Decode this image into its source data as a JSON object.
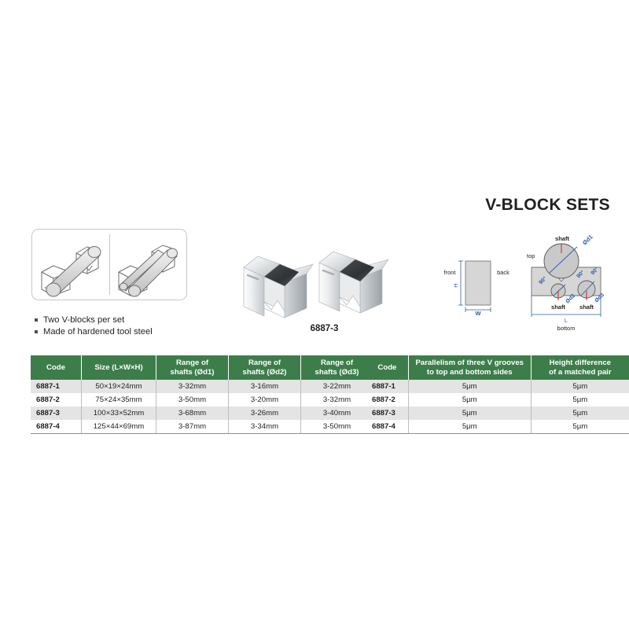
{
  "page": {
    "title": "V-BLOCK SETS"
  },
  "features": {
    "items": [
      "Two V-blocks per set",
      "Made of hardened tool steel"
    ]
  },
  "product": {
    "caption": "6887-3"
  },
  "diagrams": {
    "front_back": {
      "front_label": "front",
      "back_label": "back",
      "height_label": "H",
      "width_label": "W"
    },
    "cross_section": {
      "top_label": "top",
      "bottom_label": "bottom",
      "length_label": "L",
      "shaft_label_1": "shaft",
      "shaft_label_2": "shaft",
      "shaft_label_3": "shaft",
      "dia_label_1": "Ød1",
      "dia_label_2": "Ød2",
      "dia_label_3": "Ød3",
      "angle_1": "90°",
      "angle_2": "90°",
      "angle_3": "90°"
    }
  },
  "main_table": {
    "headers": [
      "Code",
      "Size (L×W×H)",
      "Range of shafts (Ød1)",
      "Range of shafts (Ød2)",
      "Range of shafts (Ød3)"
    ],
    "header_lines": [
      [
        "Code",
        ""
      ],
      [
        "Size (L×W×H)",
        ""
      ],
      [
        "Range of",
        "shafts (Ød1)"
      ],
      [
        "Range of",
        "shafts (Ød2)"
      ],
      [
        "Range of",
        "shafts (Ød3)"
      ]
    ],
    "rows": [
      {
        "code": "6887-1",
        "size": "50×19×24mm",
        "d1": "3-32mm",
        "d2": "3-16mm",
        "d3": "3-22mm"
      },
      {
        "code": "6887-2",
        "size": "75×24×35mm",
        "d1": "3-50mm",
        "d2": "3-20mm",
        "d3": "3-32mm"
      },
      {
        "code": "6887-3",
        "size": "100×33×52mm",
        "d1": "3-68mm",
        "d2": "3-26mm",
        "d3": "3-40mm"
      },
      {
        "code": "6887-4",
        "size": "125×44×69mm",
        "d1": "3-87mm",
        "d2": "3-34mm",
        "d3": "3-50mm"
      }
    ]
  },
  "side_table": {
    "header_lines": [
      [
        "Code",
        ""
      ],
      [
        "Parallelism of three V grooves",
        "to top and bottom sides"
      ],
      [
        "Height difference",
        "of a matched pair"
      ]
    ],
    "rows": [
      {
        "code": "6887-1",
        "parallelism": "5µm",
        "height_diff": "5µm"
      },
      {
        "code": "6887-2",
        "parallelism": "5µm",
        "height_diff": "5µm"
      },
      {
        "code": "6887-3",
        "parallelism": "5µm",
        "height_diff": "5µm"
      },
      {
        "code": "6887-4",
        "parallelism": "5µm",
        "height_diff": "5µm"
      }
    ]
  },
  "colors": {
    "header_green": "#3d7d4a",
    "row_alt": "#e4e4e4",
    "text": "#231f20",
    "annotation_blue": "#2b5fa8",
    "pointer_red": "#d0202a"
  }
}
